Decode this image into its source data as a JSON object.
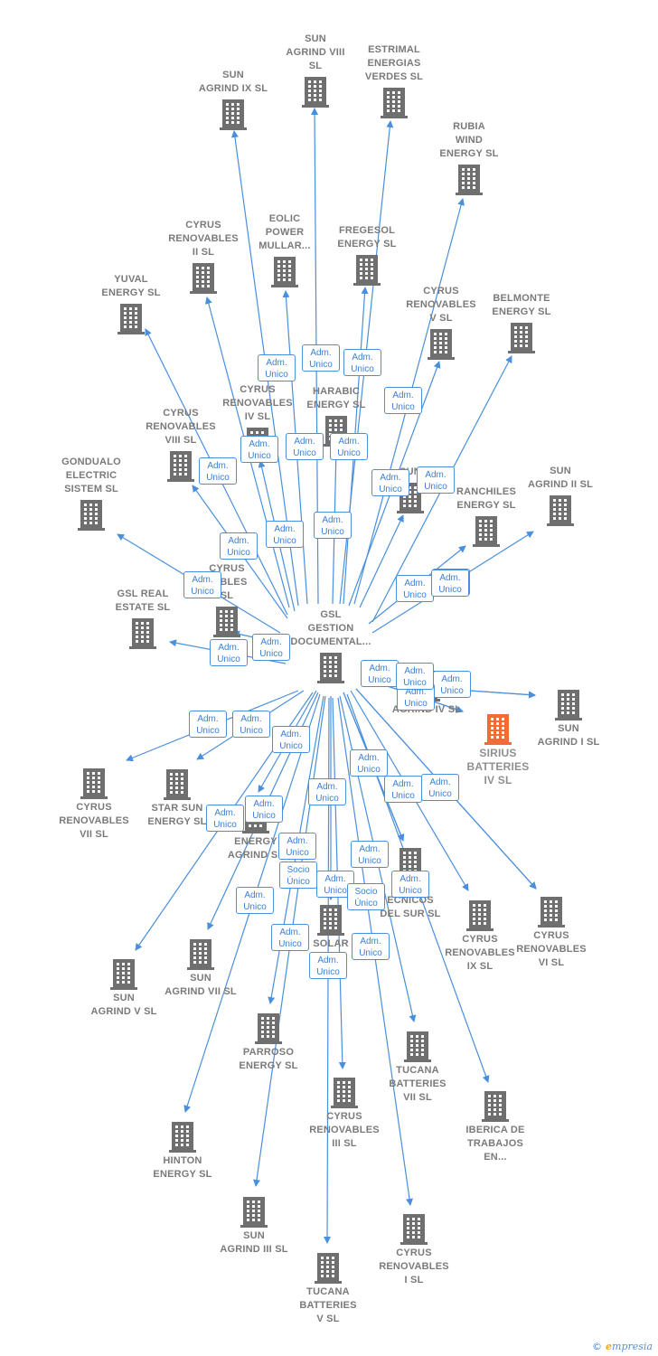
{
  "colors": {
    "edge": "#4a8fdc",
    "building": "#6f6f6f",
    "focus": "#f26b3a",
    "label": "#7a7a7a"
  },
  "footer": {
    "copyright_symbol": "©",
    "brand_first": "e",
    "brand_rest": "mpresia"
  },
  "center": {
    "id": "gsl",
    "label": "GSL\nGESTION\nDOCUMENTAL..."
  },
  "nodes": [
    {
      "id": "sun9",
      "label": "SUN\nAGRIND IX  SL",
      "label_above": true,
      "focus": false
    },
    {
      "id": "sun8",
      "label": "SUN\nAGRIND VIII\nSL",
      "label_above": true,
      "focus": false
    },
    {
      "id": "estrimal",
      "label": "ESTRIMAL\nENERGIAS\nVERDES  SL",
      "label_above": true,
      "focus": false
    },
    {
      "id": "rubia",
      "label": "RUBIA\nWIND\nENERGY  SL",
      "label_above": true,
      "focus": false
    },
    {
      "id": "cyrus2",
      "label": "CYRUS\nRENOVABLES\nII  SL",
      "label_above": true,
      "focus": false
    },
    {
      "id": "eolic",
      "label": "EOLIC\nPOWER\nMULLAR...",
      "label_above": true,
      "focus": false
    },
    {
      "id": "fregesol",
      "label": "FREGESOL\nENERGY  SL",
      "label_above": true,
      "focus": false
    },
    {
      "id": "yuval",
      "label": "YUVAL\nENERGY  SL",
      "label_above": true,
      "focus": false
    },
    {
      "id": "cyrus5",
      "label": "CYRUS\nRENOVABLES\nV  SL",
      "label_above": true,
      "focus": false
    },
    {
      "id": "belmonte",
      "label": "BELMONTE\nENERGY  SL",
      "label_above": true,
      "focus": false
    },
    {
      "id": "harabic",
      "label": "HARABIC\nENERGY  SL",
      "label_above": true,
      "focus": false
    },
    {
      "id": "cyrus4",
      "label": "CYRUS\nRENOVABLES\nIV  SL",
      "label_above": true,
      "focus": false
    },
    {
      "id": "cyrus8",
      "label": "CYRUS\nRENOVABLES\nVIII  SL",
      "label_above": true,
      "focus": false
    },
    {
      "id": "gondualo",
      "label": "GONDUALO\nELECTRIC\nSISTEM  SL",
      "label_above": true,
      "focus": false
    },
    {
      "id": "sunx",
      "label": "SUN",
      "label_above": true,
      "focus": false
    },
    {
      "id": "ranchiles",
      "label": "RANCHILES\nENERGY  SL",
      "label_above": true,
      "focus": false
    },
    {
      "id": "sun2",
      "label": "SUN\nAGRIND II  SL",
      "label_above": true,
      "focus": false
    },
    {
      "id": "cyrusx",
      "label": "CYRUS\nVABLES\nSL",
      "label_above": true,
      "focus": false
    },
    {
      "id": "gslreal",
      "label": "GSL REAL\nESTATE  SL",
      "label_above": true,
      "focus": false
    },
    {
      "id": "sun4",
      "label": "AGRIND IV  SL",
      "label_above": false,
      "focus": false
    },
    {
      "id": "sun1",
      "label": "SUN\nAGRIND I  SL",
      "label_above": false,
      "focus": false
    },
    {
      "id": "sirius",
      "label": "SIRIUS\nBATTERIES\nIV  SL",
      "label_above": false,
      "focus": true
    },
    {
      "id": "cyrus7",
      "label": "CYRUS\nRENOVABLES\nVII  SL",
      "label_above": false,
      "focus": false
    },
    {
      "id": "starsun",
      "label": "STAR SUN\nENERGY  SL",
      "label_above": false,
      "focus": false
    },
    {
      "id": "energyagrind",
      "label": "ENERGY\nAGRIND  SL",
      "label_above": false,
      "focus": false
    },
    {
      "id": "tecnicos",
      "label": "C      S\nECNICOS\nDEL SUR SL",
      "label_above": false,
      "focus": false
    },
    {
      "id": "cyrus9",
      "label": "CYRUS\nRENOVABLES\nIX  SL",
      "label_above": false,
      "focus": false
    },
    {
      "id": "cyrus6",
      "label": "CYRUS\nRENOVABLES\nVI  SL",
      "label_above": false,
      "focus": false
    },
    {
      "id": "solar",
      "label": "SOLAR\nLIC",
      "label_above": false,
      "focus": false
    },
    {
      "id": "sun5",
      "label": "SUN\nAGRIND V  SL",
      "label_above": false,
      "focus": false
    },
    {
      "id": "sun7",
      "label": "SUN\nAGRIND VII  SL",
      "label_above": false,
      "focus": false
    },
    {
      "id": "parroso",
      "label": "PARROSO\nENERGY  SL",
      "label_above": false,
      "focus": false
    },
    {
      "id": "tucana7",
      "label": "TUCANA\nBATTERIES\nVII  SL",
      "label_above": false,
      "focus": false
    },
    {
      "id": "iberica",
      "label": "IBERICA DE\nTRABAJOS\nEN...",
      "label_above": false,
      "focus": false
    },
    {
      "id": "cyrus3",
      "label": "CYRUS\nRENOVABLES\nIII  SL",
      "label_above": false,
      "focus": false
    },
    {
      "id": "hinton",
      "label": "HINTON\nENERGY  SL",
      "label_above": false,
      "focus": false
    },
    {
      "id": "sun3",
      "label": "SUN\nAGRIND III  SL",
      "label_above": false,
      "focus": false
    },
    {
      "id": "cyrus1",
      "label": "CYRUS\nRENOVABLES\nI  SL",
      "label_above": false,
      "focus": false
    },
    {
      "id": "tucana5",
      "label": "TUCANA\nBATTERIES\nV  SL",
      "label_above": false,
      "focus": false
    }
  ],
  "badges": {
    "adm": "Adm.\nUnico",
    "socio": "Socio\nÚnico"
  },
  "edges": [
    {
      "target": "sun9",
      "badge": "adm"
    },
    {
      "target": "sun8",
      "badge": "adm"
    },
    {
      "target": "estrimal",
      "badge": "adm"
    },
    {
      "target": "rubia",
      "badge": "adm"
    },
    {
      "target": "cyrus2",
      "badge": "adm"
    },
    {
      "target": "eolic",
      "badge": "adm"
    },
    {
      "target": "fregesol",
      "badge": "adm"
    },
    {
      "target": "yuval",
      "badge": "adm"
    },
    {
      "target": "cyrus5",
      "badge": "adm"
    },
    {
      "target": "belmonte",
      "badge": "adm"
    },
    {
      "target": "harabic",
      "badge": "adm"
    },
    {
      "target": "cyrus4",
      "badge": "adm"
    },
    {
      "target": "cyrus8",
      "badge": "adm"
    },
    {
      "target": "gondualo",
      "badge": "adm"
    },
    {
      "target": "sunx",
      "badge": "adm"
    },
    {
      "target": "ranchiles",
      "badge": "adm"
    },
    {
      "target": "sun2",
      "badge": "adm"
    },
    {
      "target": "cyrusx",
      "badge": "adm"
    },
    {
      "target": "gslreal",
      "badge": "adm"
    },
    {
      "target": "sun4",
      "badge": "adm"
    },
    {
      "target": "sun1",
      "badge": "adm"
    },
    {
      "target": "cyrus7",
      "badge": "adm"
    },
    {
      "target": "starsun",
      "badge": "adm"
    },
    {
      "target": "energyagrind",
      "badge": "adm"
    },
    {
      "target": "tecnicos",
      "badge": "adm"
    },
    {
      "target": "cyrus9",
      "badge": "adm"
    },
    {
      "target": "cyrus6",
      "badge": "adm"
    },
    {
      "target": "solar",
      "badge": "socio"
    },
    {
      "target": "sun5",
      "badge": "adm"
    },
    {
      "target": "sun7",
      "badge": "adm"
    },
    {
      "target": "parroso",
      "badge": "adm"
    },
    {
      "target": "tucana7",
      "badge": "adm"
    },
    {
      "target": "iberica",
      "badge": "adm"
    },
    {
      "target": "cyrus3",
      "badge": "adm"
    },
    {
      "target": "hinton",
      "badge": "adm"
    },
    {
      "target": "sun3",
      "badge": "adm"
    },
    {
      "target": "cyrus1",
      "badge": "adm"
    },
    {
      "target": "tucana5",
      "badge": "adm"
    },
    {
      "target": "sun4",
      "badge": "adm"
    },
    {
      "target": "tecnicos",
      "badge": "socio"
    },
    {
      "target": "sun1",
      "badge": "adm"
    },
    {
      "target": "cyrus6",
      "badge": "adm"
    }
  ]
}
